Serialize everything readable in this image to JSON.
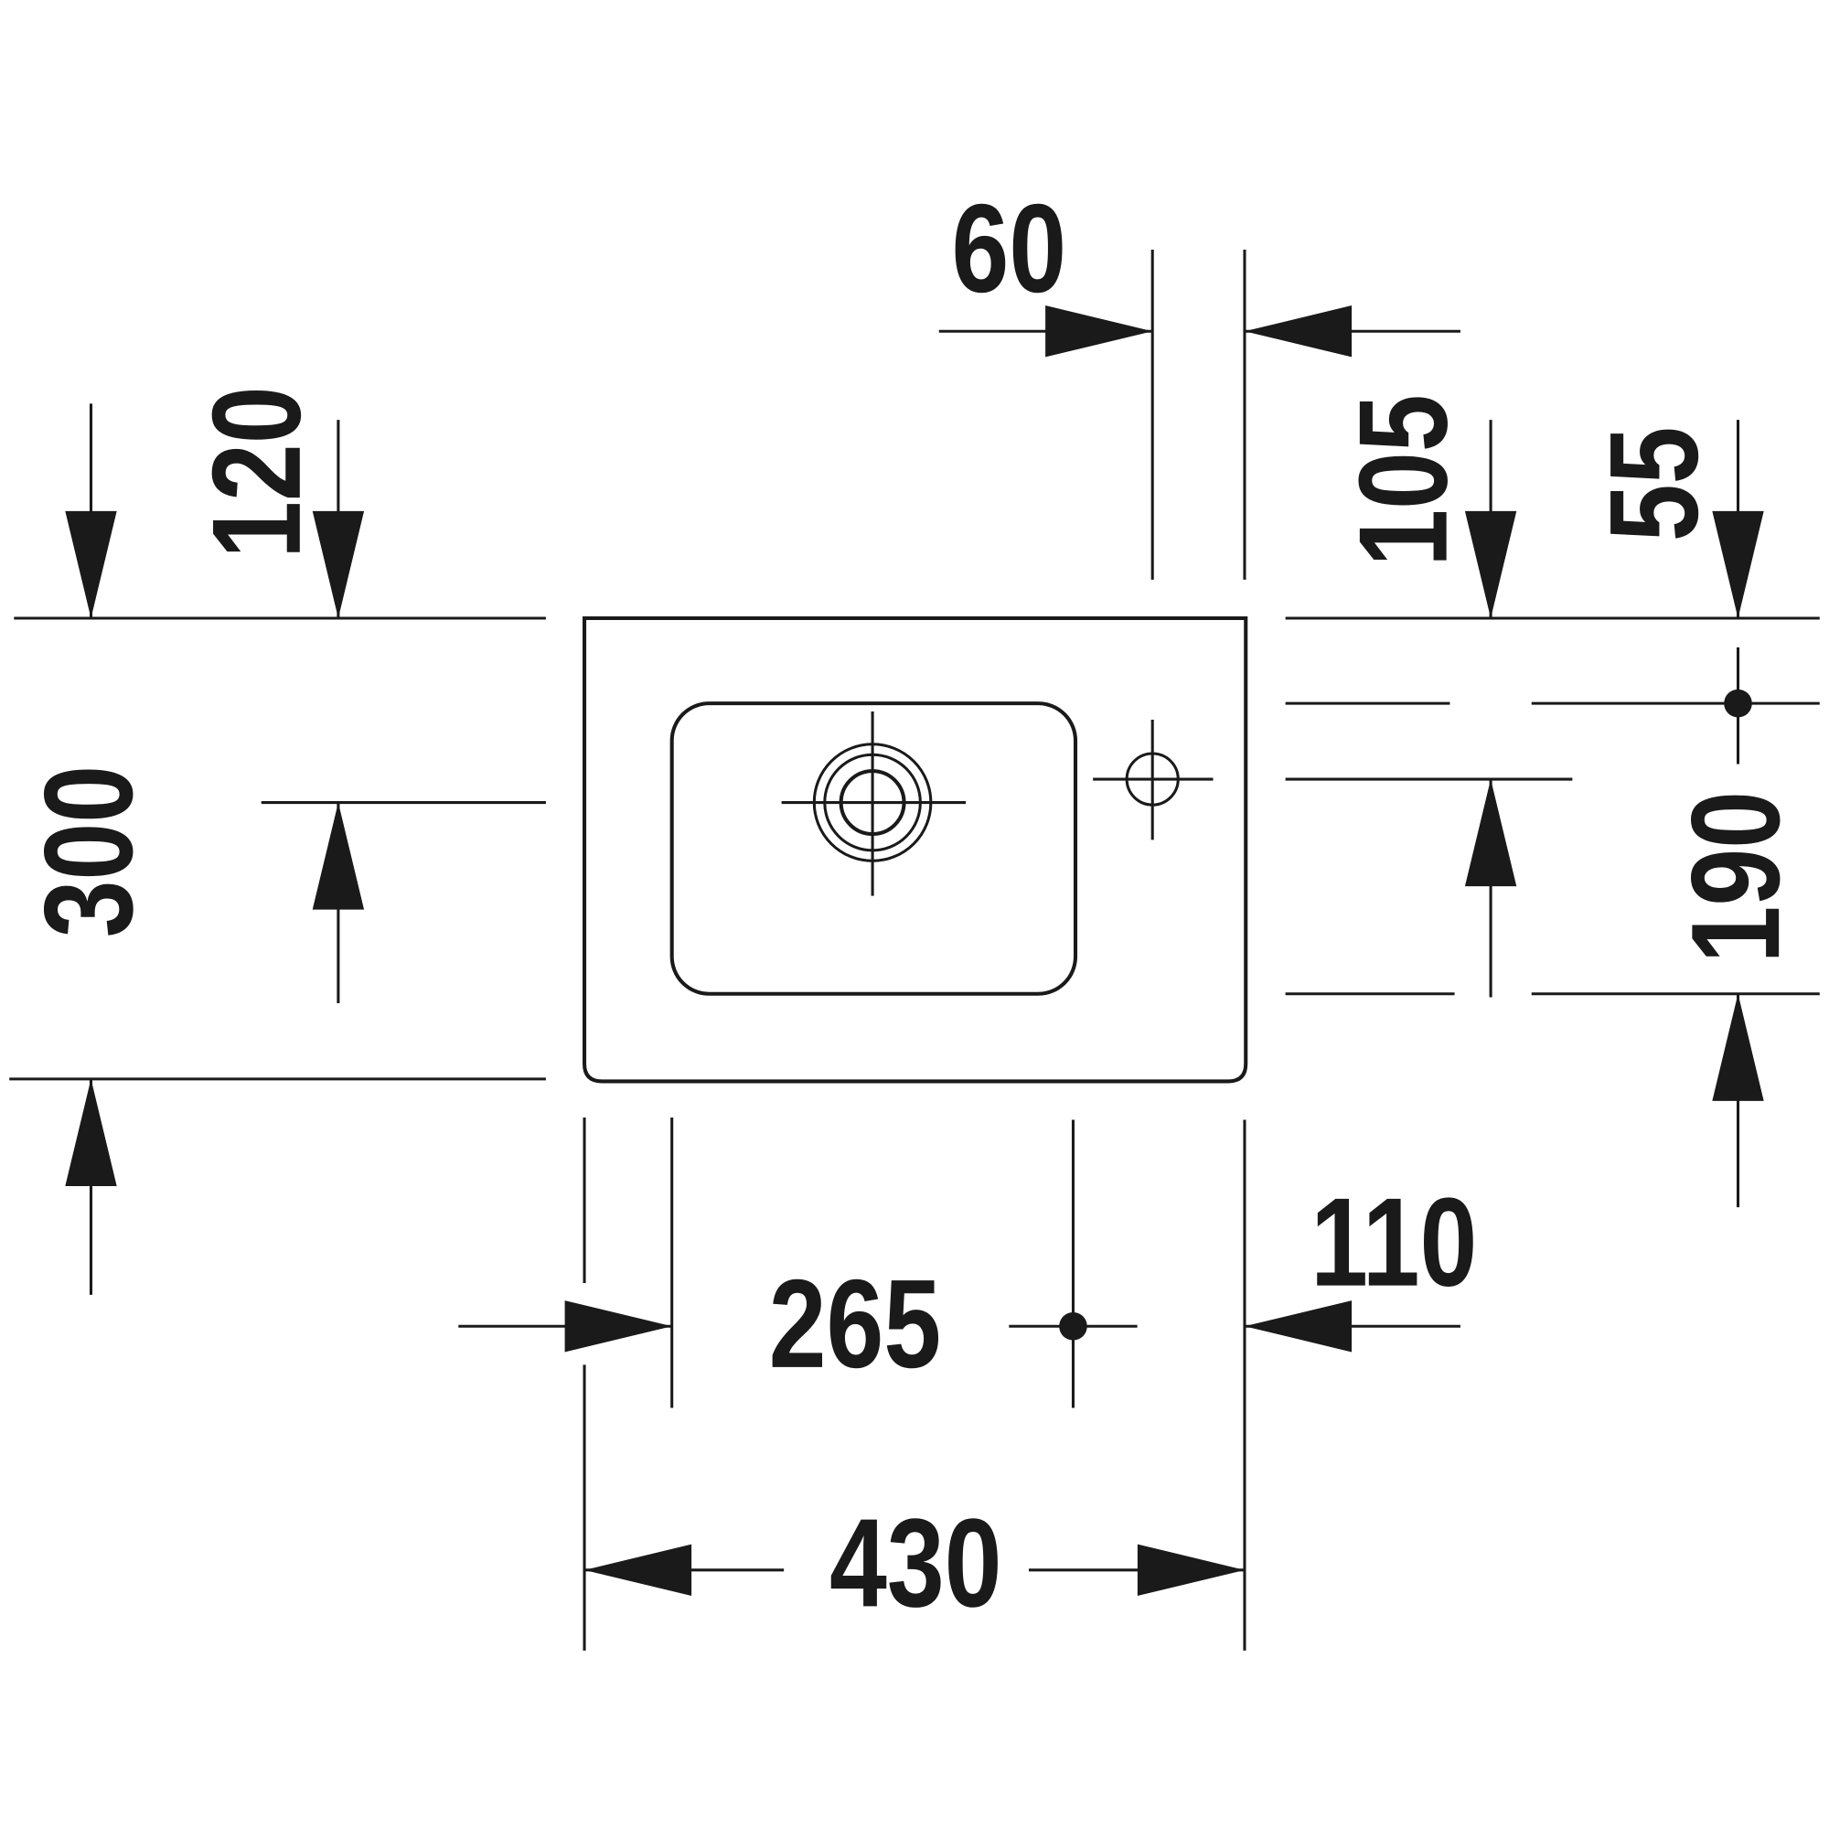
{
  "drawing": {
    "line_color": "#1a1a1a",
    "background": "#ffffff",
    "dimensions": {
      "tap_hole_offset": "60",
      "top_to_drain_left": "120",
      "overall_depth": "300",
      "top_to_tap_hole": "105",
      "top_to_bowl": "55",
      "bowl_depth": "190",
      "bowl_width": "265",
      "bowl_to_right_edge": "110",
      "overall_width": "430"
    }
  }
}
